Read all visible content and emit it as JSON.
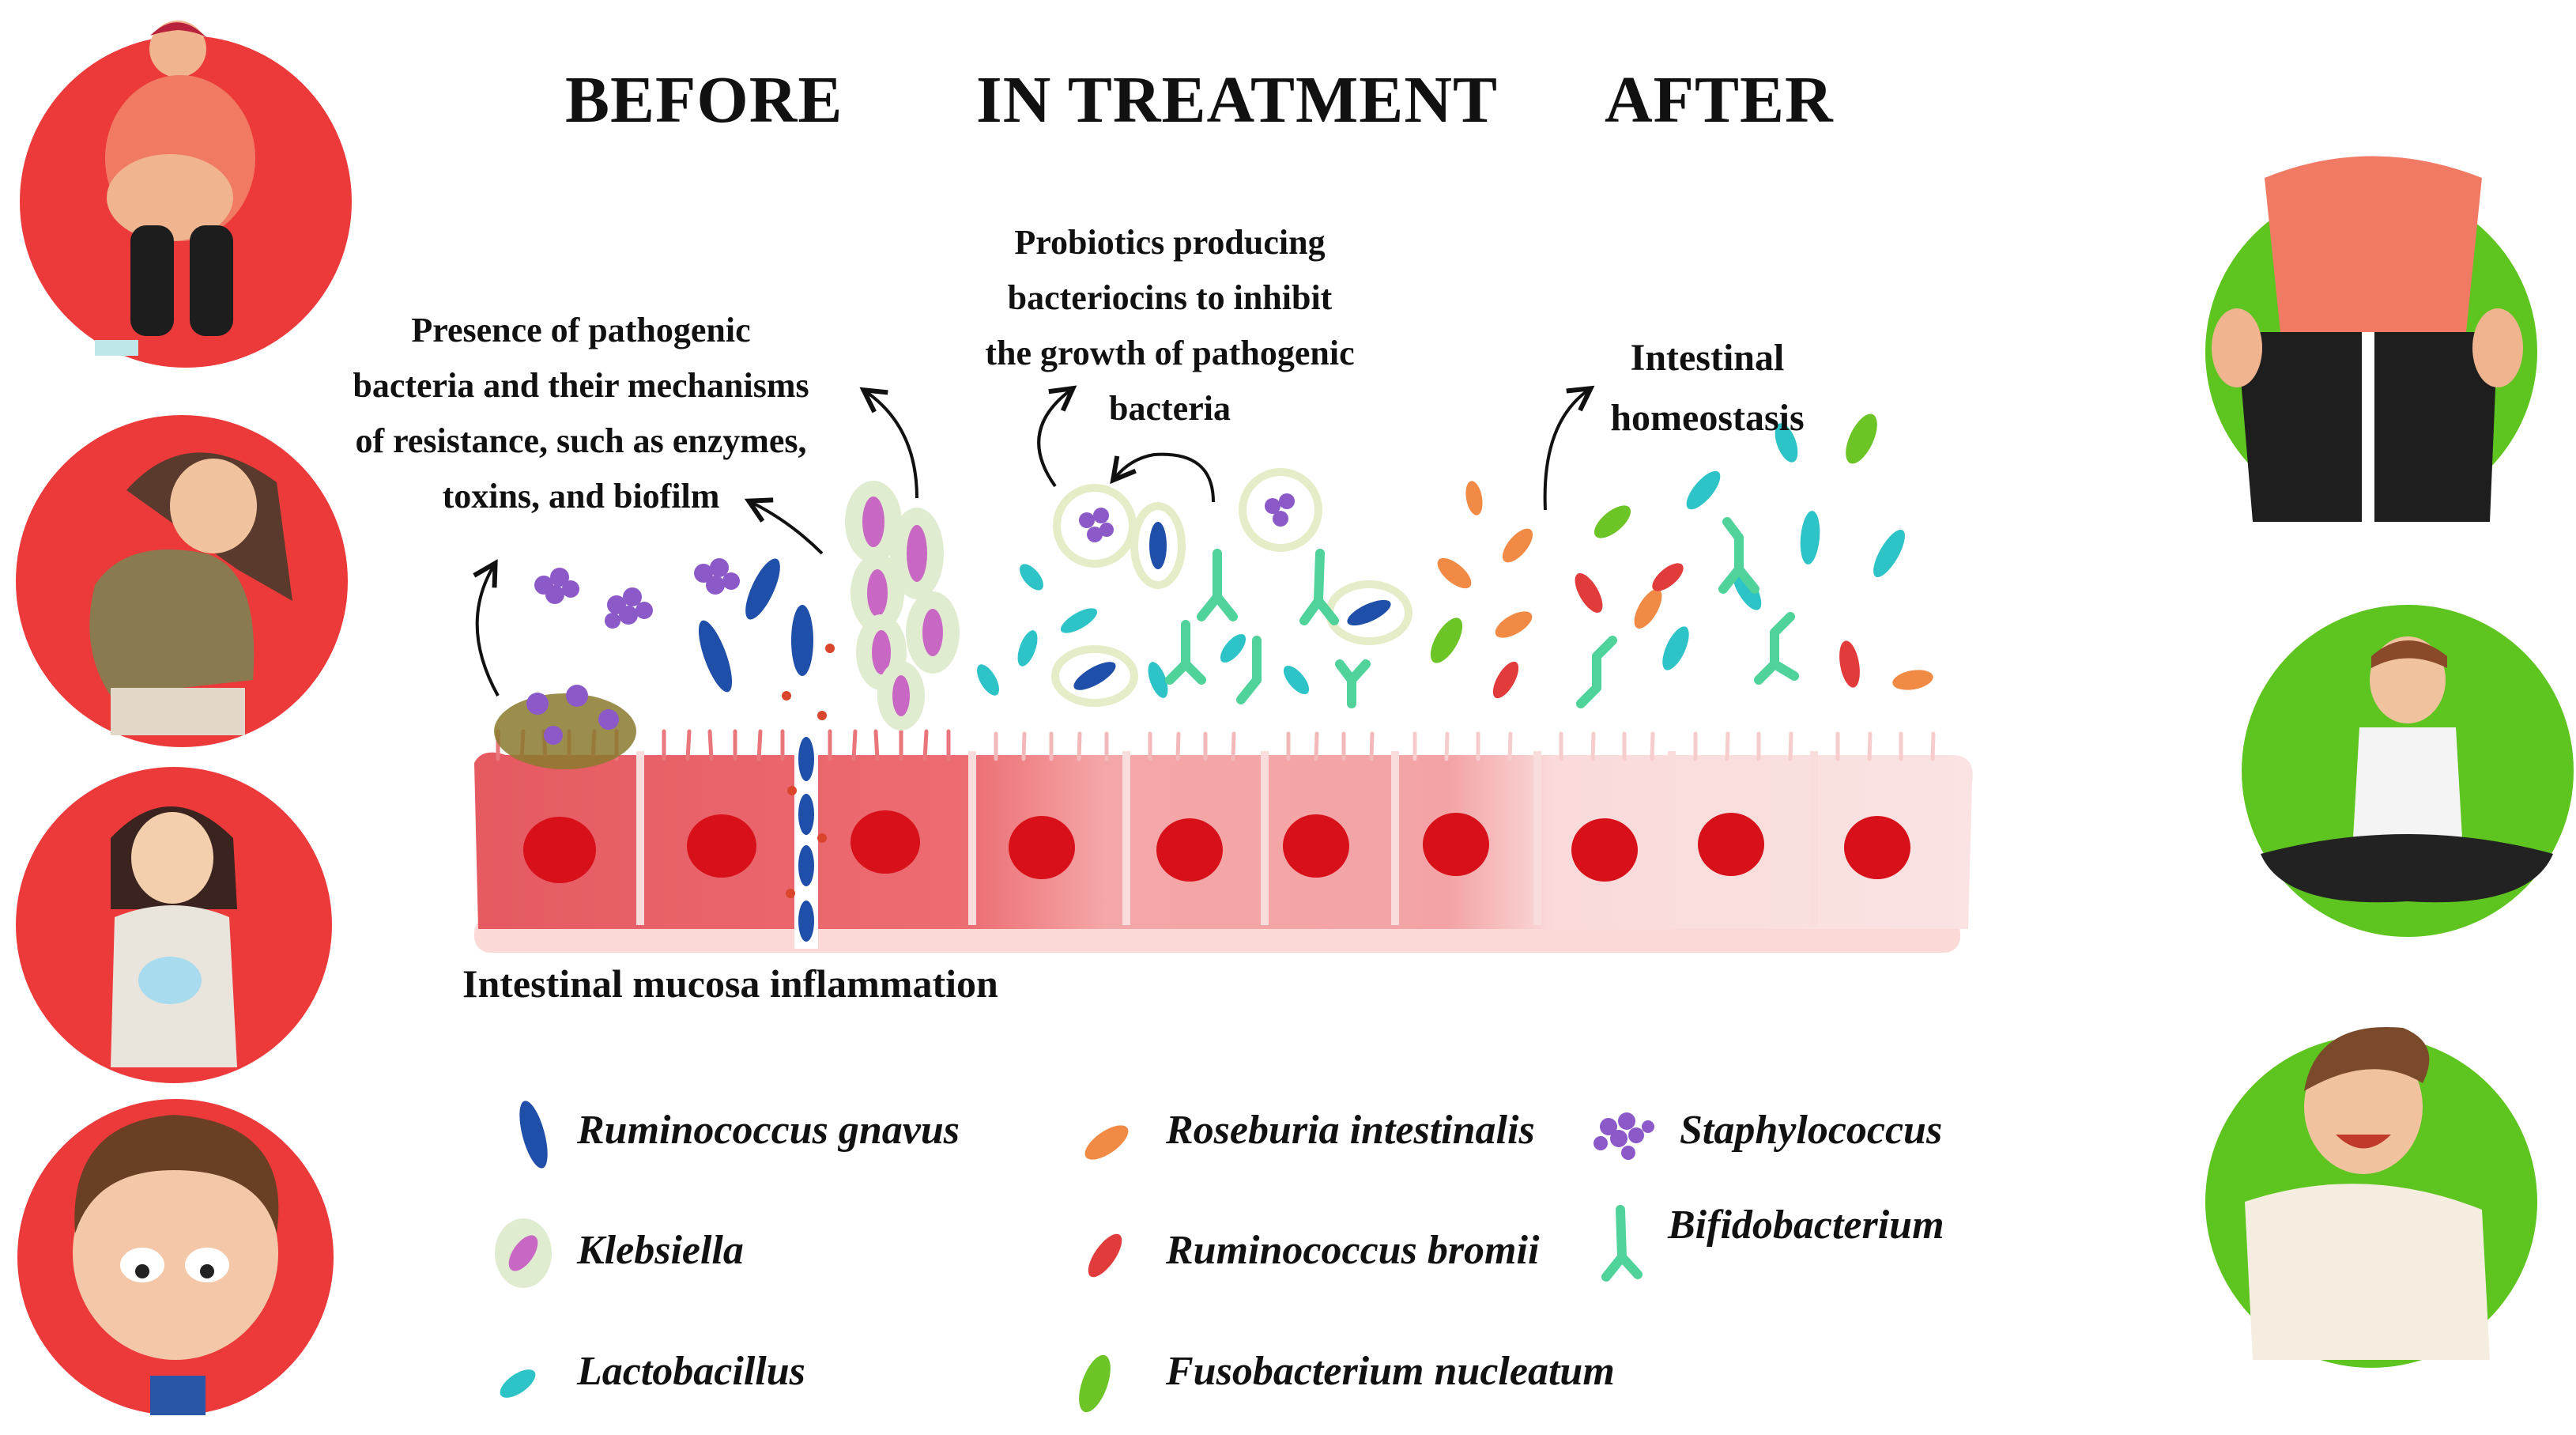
{
  "headers": {
    "before": "BEFORE",
    "in_treatment": "IN TREATMENT",
    "after": "AFTER"
  },
  "annotations": {
    "pathogenic": [
      "Presence of pathogenic",
      "bacteria and their mechanisms",
      "of resistance, such as enzymes,",
      "toxins, and biofilm"
    ],
    "probiotics": [
      "Probiotics producing",
      "bacteriocins to inhibit",
      "the growth of pathogenic",
      "bacteria"
    ],
    "homeostasis": [
      "Intestinal",
      "homeostasis"
    ],
    "mucosa": "Intestinal mucosa inflammation"
  },
  "legend": [
    {
      "label": "Ruminococcus gnavus",
      "icon": "ruminococcus-gnavus-icon",
      "color": "#1f4fa8"
    },
    {
      "label": "Klebsiella",
      "icon": "klebsiella-icon",
      "color": "#c968c4"
    },
    {
      "label": "Lactobacillus",
      "icon": "lactobacillus-icon",
      "color": "#2ec4c7"
    },
    {
      "label": "Roseburia intestinalis",
      "icon": "roseburia-icon",
      "color": "#f08a44"
    },
    {
      "label": "Ruminococcus bromii",
      "icon": "ruminococcus-bromii-icon",
      "color": "#e23b3b"
    },
    {
      "label": "Fusobacterium nucleatum",
      "icon": "fusobacterium-icon",
      "color": "#6cc427"
    },
    {
      "label": "Staphylococcus",
      "icon": "staphylococcus-icon",
      "color": "#8c5ac8"
    },
    {
      "label": "Bifidobacterium",
      "icon": "bifidobacterium-icon",
      "color": "#4fd39a"
    }
  ],
  "colors": {
    "before_circle": "#ec3a3a",
    "after_circle": "#5ec520",
    "cell_inflamed": "#e85a60",
    "cell_healthy": "#f8d6d6",
    "nucleus": "#d8101a"
  },
  "icons": {
    "before_figures": [
      "overweight-person-icon",
      "stomach-ache-person-icon",
      "nauseous-person-icon",
      "tired-boy-icon"
    ],
    "after_figures": [
      "weight-loss-person-icon",
      "meditating-person-icon",
      "laughing-person-icon"
    ]
  }
}
